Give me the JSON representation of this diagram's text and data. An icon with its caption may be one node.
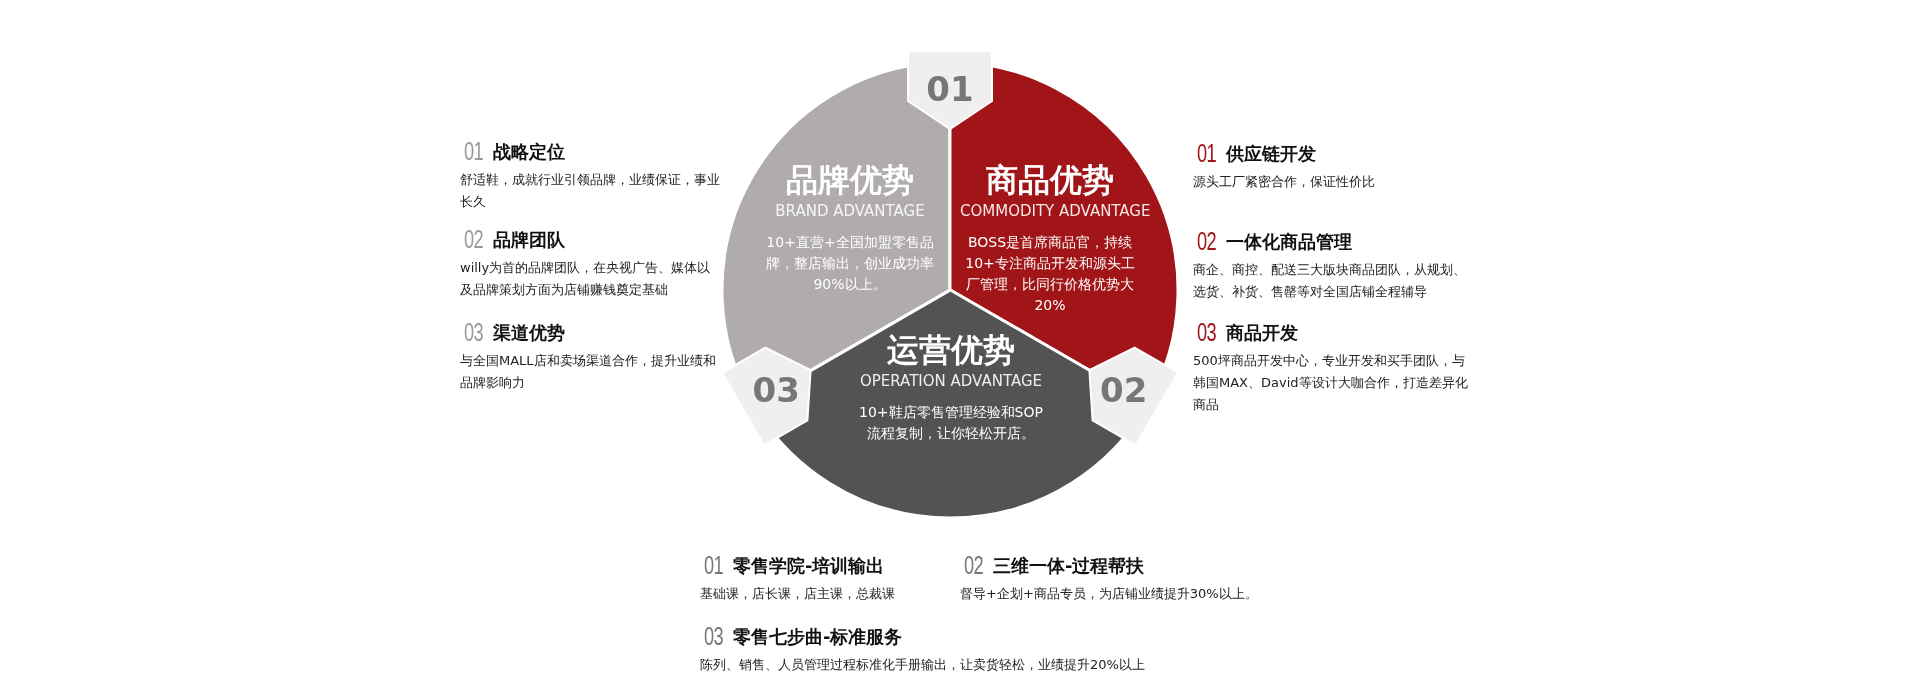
{
  "diagram": {
    "nodes": [
      {
        "text": [
          "01"
        ]
      },
      {
        "text": [
          "品牌优势",
          "BRAND ADVANTAGE",
          "10+直营+全国加盟零售品牌，整店输出，创业成功率90%以上。"
        ]
      },
      {
        "text": [
          "商品优势",
          "COMMODITY ADVANTAGE",
          "BOSS是首席商品官，持续10+专注商品开发和源头工厂管理，比同行价格优势大20%"
        ]
      },
      {
        "text": [
          "03"
        ]
      },
      {
        "text": [
          "02"
        ]
      },
      {
        "text": [
          "运营优势",
          "OPERATION ADVANTAGE",
          "10+鞋店零售管理经验和SOP流程复制，让你轻松开店。"
        ]
      }
    ],
    "edges": [],
    "labels": [
      "01",
      "战略定位",
      "舒适鞋，成就行业引领品牌，业绩保证，事业长久",
      "02",
      "品牌团队",
      "willy为首的品牌团队，在央视广告、媒体以及品牌策划方面为店铺赚钱奠定基础",
      "03",
      "渠道优势",
      "与全国MALL店和卖场渠道合作，提升业绩和品牌影响力",
      "01",
      "供应链开发",
      "源头工厂紧密合作，保证性价比",
      "02",
      "一体化商品管理",
      "商企、商控、配送三大版块商品团队，从规划、选货、补货、售罄等对全国店铺全程辅导",
      "03",
      "商品开发",
      "500坪商品开发中心，专业开发和买手团队，与韩国MAX、David等设计大咖合作，打造差异化商品",
      "01",
      "零售学院-培训输出",
      "基础课，店长课，店主课，总裁课",
      "02",
      "三维一体-过程帮扶",
      "督导+企划+商品专员，为店铺业绩提升30%以上。",
      "03",
      "零售七步曲-标准服务",
      "陈列、销售、人员管理过程标准化手册输出，让卖货轻松，业绩提升20%以上"
    ]
  }
}
